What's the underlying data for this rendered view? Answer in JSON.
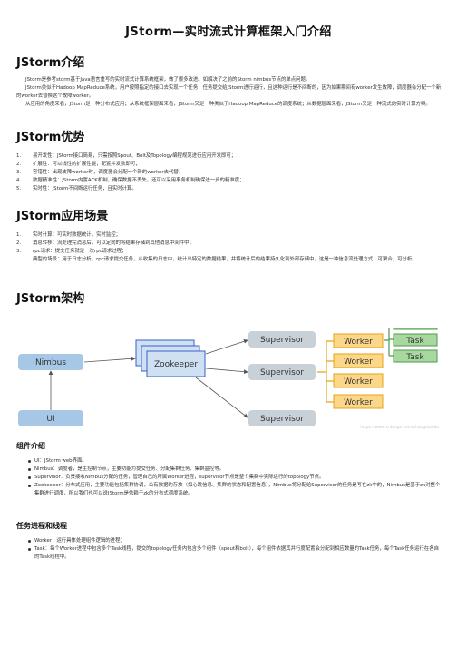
{
  "doc": {
    "title": "JStorm—实时流式计算框架入门介绍"
  },
  "intro": {
    "heading": "JStorm介绍",
    "paragraphs": [
      "JStorm是参考storm基于Java语言重写的实时流式计算系统框架，做了很多改进。如解决了之前的Storm nimbus节点的单点问题。",
      "JStorm类似于Hadoop MapReduce系统，用户按照指定的接口去实现一个任务，任务提交给JStorm进行运行，且这种运行是不间断的，因为如果期间有worker发生故障，调度器会分配一个新的worker去替换这个故障worker。",
      "从应用的角度来看，JStorm是一种分布式应用；从系统框架层面来看，JStorm又是一种类似于Hadoop MapReduce的调度系统；从数据层面来看，JStorm又是一种流式的实时计算方案。"
    ]
  },
  "advantages": {
    "heading": "JStorm优势",
    "items": [
      {
        "num": "1.",
        "text": "易开发性：JStorm接口简易，只需按照Spout、Bolt及Topology编程规范进行应用开发即可；"
      },
      {
        "num": "2.",
        "text": "扩展性：可以线性的扩展性能，配置并发数即可；"
      },
      {
        "num": "3.",
        "text": "容错性：出现故障worker时，调度器会分配一个新的worker去代替；"
      },
      {
        "num": "4.",
        "text": "数据精准性：JStorm内置ACK机制，确保数据不丢失。还可以采用事务机制确保进一步的精准度；"
      },
      {
        "num": "5.",
        "text": "实时性：JStorm不间断运行任务，且实时计算。"
      }
    ]
  },
  "scenarios": {
    "heading": "JStorm应用场景",
    "items": [
      {
        "num": "1.",
        "text": "实时计算：可实时数据统计，实时监控；"
      },
      {
        "num": "2.",
        "text": "消息转移：流处理完消息后，可以定向的将结果存储到其他消息中间件中；"
      },
      {
        "num": "3.",
        "text": "rpc请求：提交任务就是一次rpc请求过程；"
      }
    ],
    "continuation": "典型的场景：用于日志分析，rpc请求提交任务，从收集的日志中，统计出特定的数据结果，并将统计后的结果持久化到外部存储中，这是一种信息流处理方式，可聚合，可分析。"
  },
  "architecture": {
    "heading": "JStorm架构",
    "diagram": {
      "nimbus": "Nimbus",
      "ui": "UI",
      "zookeeper": "Zookeeper",
      "supervisor": "Supervisor",
      "worker": "Worker",
      "task": "Task",
      "watermark": "https://www.cnblogs.com/zhangxiaoliu",
      "colors": {
        "nimbus": "#a6c8e6",
        "ui": "#a6c8e6",
        "zookeeper_fill": "#cfe0f3",
        "zookeeper_stroke": "#3a5fc8",
        "supervisor": "#c8d0d8",
        "worker_fill": "#fcd78a",
        "worker_stroke": "#e8a317",
        "task_fill": "#a8d8a0",
        "task_stroke": "#4e9a4e",
        "bracket": "#e8a317"
      }
    }
  },
  "components": {
    "heading": "组件介绍",
    "items": [
      "UI：JStorm web界面。",
      "Nimbus：调度者，是主控制节点，主要功能为提交任务、分配集群任务、集群监控等。",
      "Supervisor：负责接收Nimbus分配的任务，管理自己的所属Worker进程，supervisor节点是整个集群中实际运行的topology节点。",
      "Zookeeper：分布式应用，主要功能包括集群协调，公有数据的存放（如心跳信息、集群的状态和配置信息），Nimbus将分配给Supervisor的任务是写在zk中的，Nimbus是基于zk对整个集群进行调度，所以我们也可以说JStorm是依赖于zk的分布式调度系统。"
    ]
  },
  "tasks": {
    "heading": "任务进程和线程",
    "items": [
      "Worker：运行具体处理组件逻辑的进程；",
      "Task：每个Worker进程中包含多个Task线程，提交的topology任务内包含多个组件（spout和bolt），每个组件依据其并行度配置会分配到相应数量的Task任务，每个Task任务运行在各自的Task线程中。"
    ]
  }
}
